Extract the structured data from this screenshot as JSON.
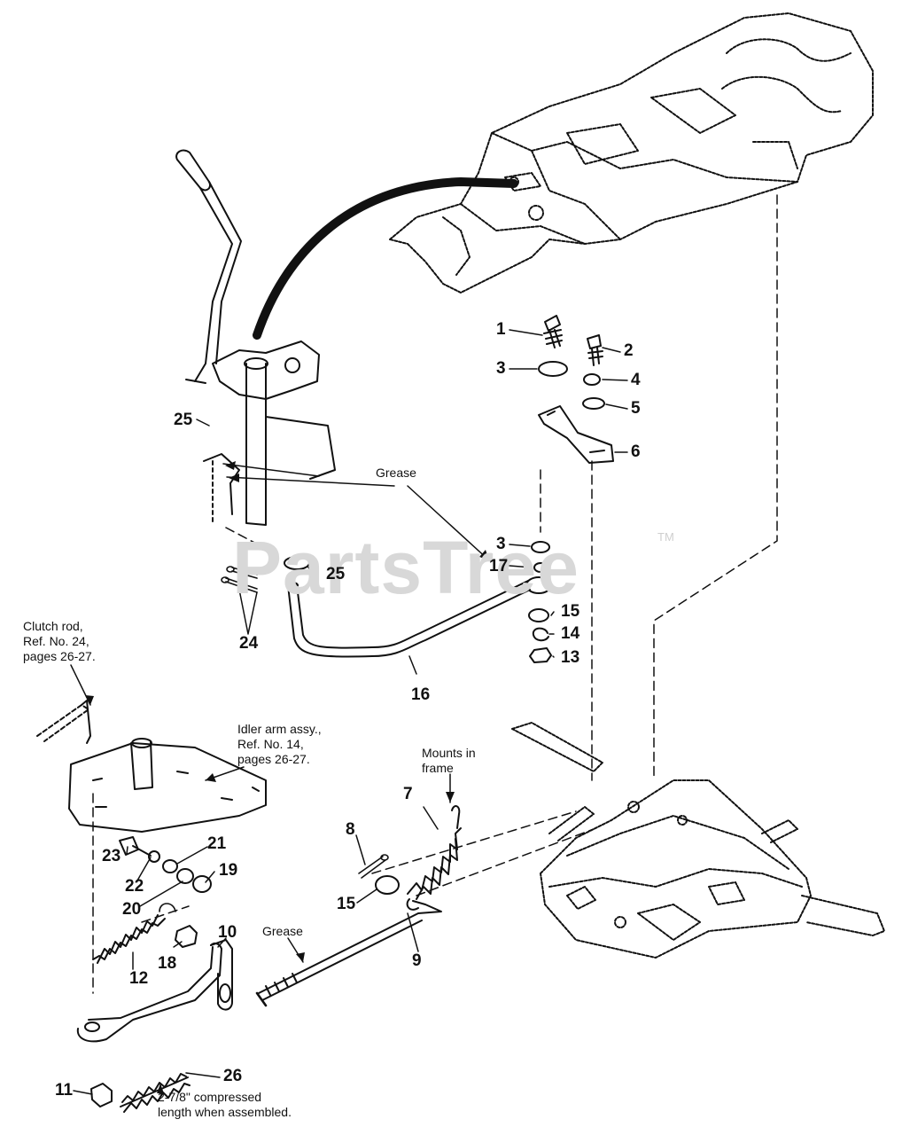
{
  "watermark": {
    "text": "PartsTree",
    "tm": "TM"
  },
  "labels": {
    "p1": "1",
    "p2": "2",
    "p3a": "3",
    "p4": "4",
    "p5": "5",
    "p6": "6",
    "p3b": "3",
    "p17": "17",
    "p15a": "15",
    "p14": "14",
    "p13": "13",
    "p25a": "25",
    "p25b": "25",
    "p24": "24",
    "p16": "16",
    "p7": "7",
    "p8": "8",
    "p15b": "15",
    "p9": "9",
    "p10": "10",
    "p21": "21",
    "p23": "23",
    "p22": "22",
    "p19": "19",
    "p20": "20",
    "p18": "18",
    "p12": "12",
    "p11": "11",
    "p26": "26"
  },
  "notes": {
    "grease_top": "Grease",
    "grease_bottom": "Grease",
    "clutch_rod": "Clutch rod,\nRef. No. 24,\npages 26-27.",
    "idler_arm": "Idler arm assy.,\nRef. No. 14,\npages 26-27.",
    "mounts": "Mounts in\nframe",
    "spring_length": "2-7/8\" compressed\nlength when assembled."
  }
}
